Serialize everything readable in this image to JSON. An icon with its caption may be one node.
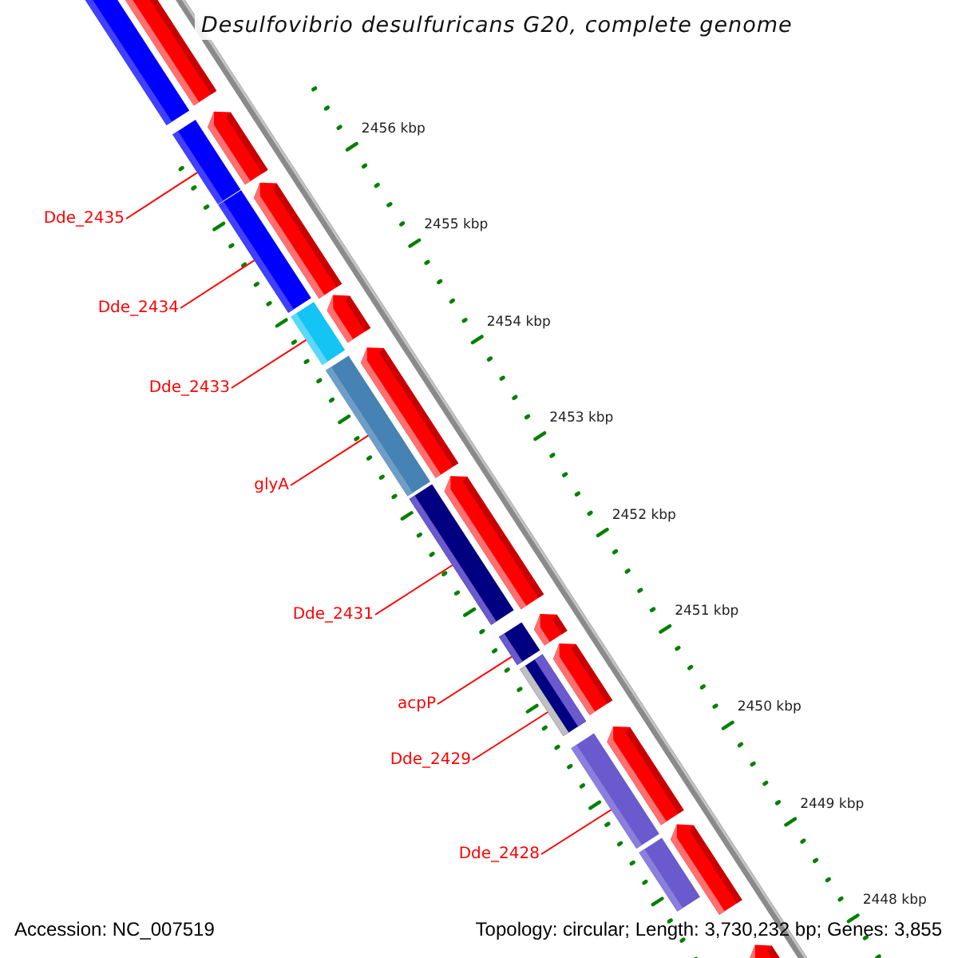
{
  "diagram": {
    "title": "Desulfovibrio desulfuricans G20, complete genome",
    "nodes": [
      {
        "text": [
          "Dde_2435"
        ]
      },
      {
        "text": [
          "Dde_2434"
        ]
      },
      {
        "text": [
          "Dde_2433"
        ]
      },
      {
        "text": [
          "glyA"
        ]
      },
      {
        "text": [
          "Dde_2431"
        ]
      },
      {
        "text": [
          "acpP"
        ]
      },
      {
        "text": [
          "Dde_2429"
        ]
      },
      {
        "text": [
          "Dde_2428"
        ]
      },
      {
        "text": [],
        "shape": "bar"
      },
      {
        "text": [],
        "shape": "bar"
      },
      {
        "text": [],
        "shape": "bar"
      },
      {
        "text": [],
        "shape": "bar"
      },
      {
        "text": [],
        "shape": "bar"
      },
      {
        "text": [],
        "shape": "bar"
      },
      {
        "text": [],
        "shape": "bar"
      },
      {
        "text": [],
        "shape": "bar"
      },
      {
        "text": [],
        "shape": "bar"
      },
      {
        "text": [],
        "shape": "bar"
      },
      {
        "text": [],
        "shape": "box"
      },
      {
        "text": [],
        "shape": "box"
      },
      {
        "text": [],
        "shape": "box"
      },
      {
        "text": [],
        "shape": "box"
      },
      {
        "text": [],
        "shape": "box"
      },
      {
        "text": [],
        "shape": "box"
      },
      {
        "text": [],
        "shape": "box"
      },
      {
        "text": [],
        "shape": "box"
      },
      {
        "text": [],
        "shape": "box"
      },
      {
        "text": [],
        "shape": "box"
      },
      {
        "text": [],
        "shape": "box"
      }
    ],
    "edges": [
      {
        "from": 0,
        "to": 9,
        "arrow": "none"
      },
      {
        "from": 1,
        "to": 10,
        "arrow": "none"
      },
      {
        "from": 2,
        "to": 11,
        "arrow": "none"
      },
      {
        "from": 3,
        "to": 12,
        "arrow": "none"
      },
      {
        "from": 4,
        "to": 13,
        "arrow": "none"
      },
      {
        "from": 5,
        "to": 14,
        "arrow": "none"
      },
      {
        "from": 6,
        "to": 15,
        "arrow": "none"
      },
      {
        "from": 7,
        "to": 16,
        "arrow": "none"
      }
    ],
    "labels": [
      "2456 kbp",
      "2455 kbp",
      "2454 kbp",
      "2453 kbp",
      "2452 kbp",
      "2451 kbp",
      "2450 kbp",
      "2449 kbp",
      "2448 kbp",
      "Accession: NC_007519",
      "Topology: circular; Length: 3,730,232 bp; Genes: 3,855"
    ]
  }
}
